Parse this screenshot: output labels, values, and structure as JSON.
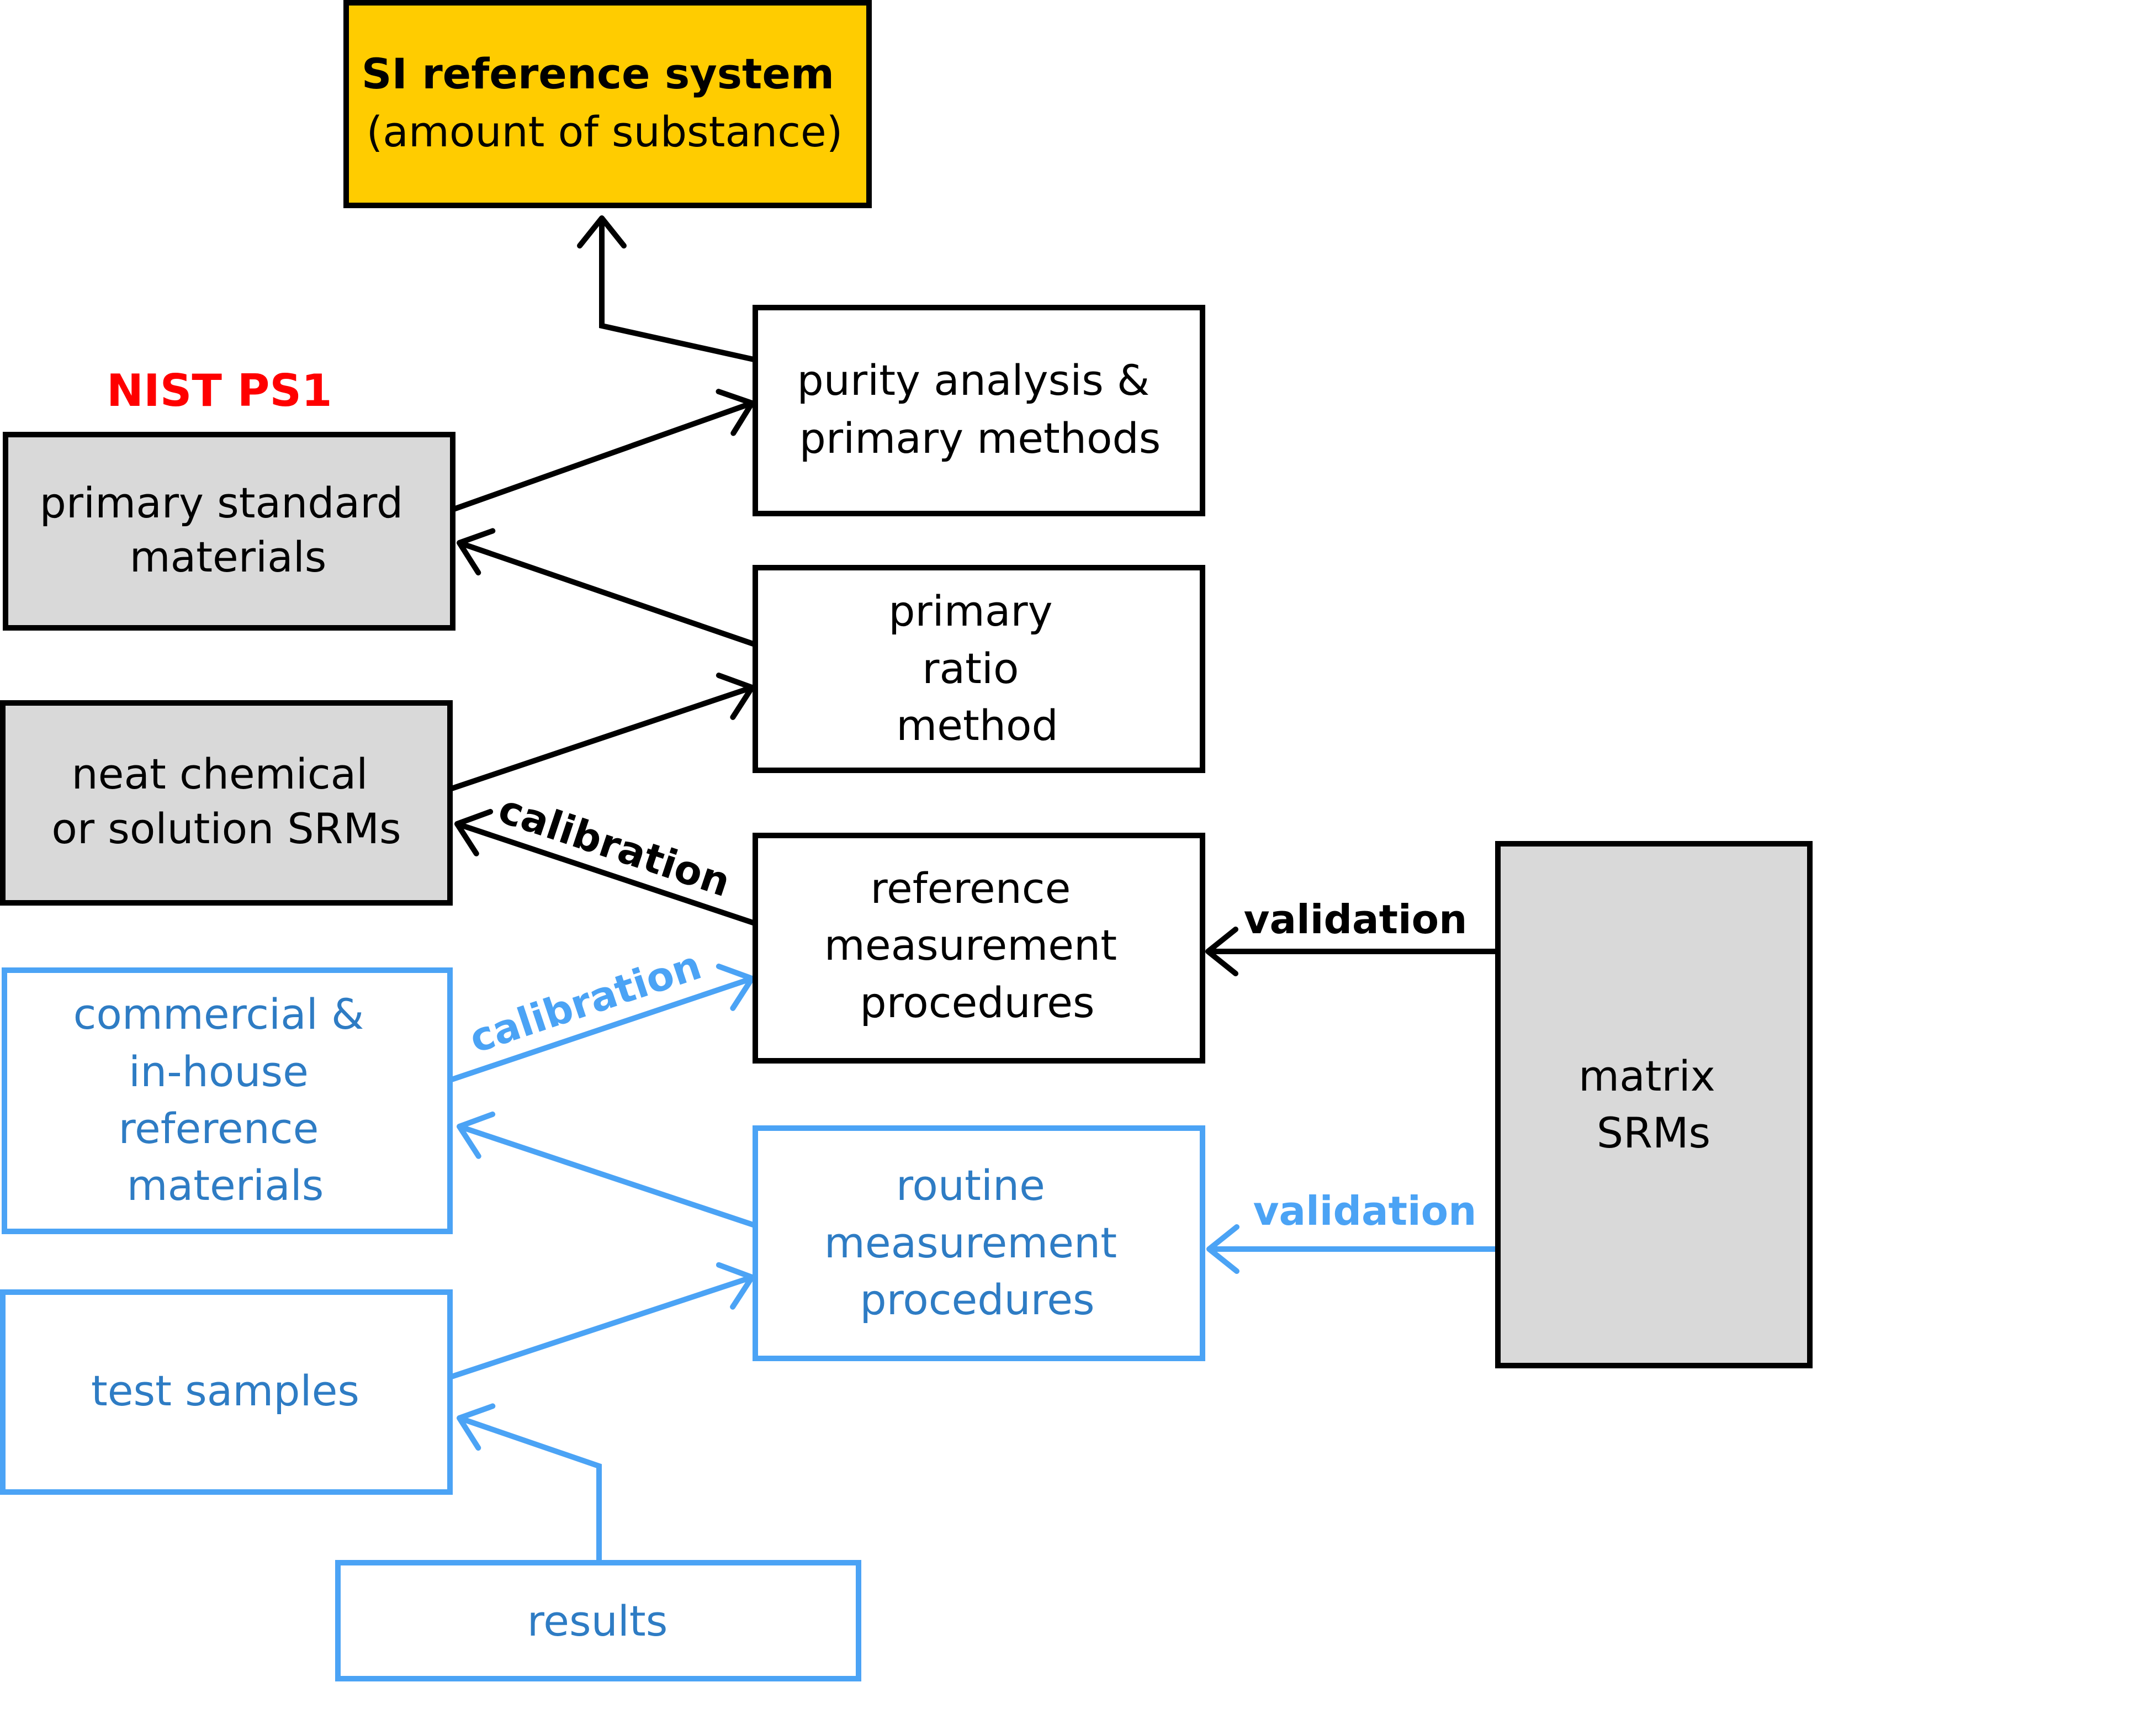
{
  "colors": {
    "black": "#000000",
    "blue_line": "#4BA3F5",
    "blue_text": "#2E7CC4",
    "blue_label": "#4BA3F5",
    "gold": "#FFCC00",
    "gray": "#D9D9D9",
    "red": "#FF0000",
    "white": "#FFFFFF"
  },
  "title_label": "NIST PS1",
  "nodes": {
    "si_reference": {
      "lines": [
        "SI reference system",
        "(amount of substance)"
      ]
    },
    "purity_analysis": {
      "lines": [
        "purity analysis &",
        "primary methods"
      ]
    },
    "primary_standard": {
      "lines": [
        "primary standard",
        "materials"
      ]
    },
    "primary_ratio": {
      "lines": [
        "primary",
        "ratio",
        "method"
      ]
    },
    "neat_chemical": {
      "lines": [
        "neat chemical",
        "or solution SRMs"
      ]
    },
    "reference_procedures": {
      "lines": [
        "reference",
        "measurement",
        "procedures"
      ]
    },
    "matrix_srms": {
      "lines": [
        "matrix",
        "SRMs"
      ]
    },
    "commercial_materials": {
      "lines": [
        "commercial &",
        "in-house",
        "reference",
        "materials"
      ]
    },
    "routine_procedures": {
      "lines": [
        "routine",
        "measurement",
        "procedures"
      ]
    },
    "test_samples": {
      "lines": [
        "test samples"
      ]
    },
    "results": {
      "lines": [
        "results"
      ]
    }
  },
  "edge_labels": {
    "calibration_black": "calibration",
    "calibration_blue": "calibration",
    "validation_black": "validation",
    "validation_blue": "validation"
  }
}
